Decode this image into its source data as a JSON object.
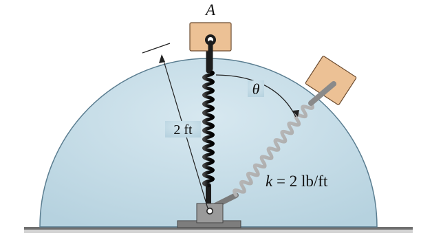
{
  "figure": {
    "labels": {
      "point": "A",
      "radius": "2 ft",
      "angle": "θ",
      "spring_constant_var": "k",
      "spring_constant_rest": " = 2 lb/ft"
    },
    "colors": {
      "dome_fill": "#c6dde8",
      "dome_edge": "#5a7d90",
      "block_fill": "#e9b98a",
      "block_edge": "#6b4a2e",
      "spring_dark": "#1d1d1d",
      "spring_light": "#a8a8a8",
      "pivot_fill": "#8a8a8a",
      "ground": "#6f6f6f",
      "leader": "#222222"
    },
    "icons": {
      "pivot": "pin-icon",
      "spring": "coil-spring-icon",
      "block": "collar-block-icon"
    }
  }
}
